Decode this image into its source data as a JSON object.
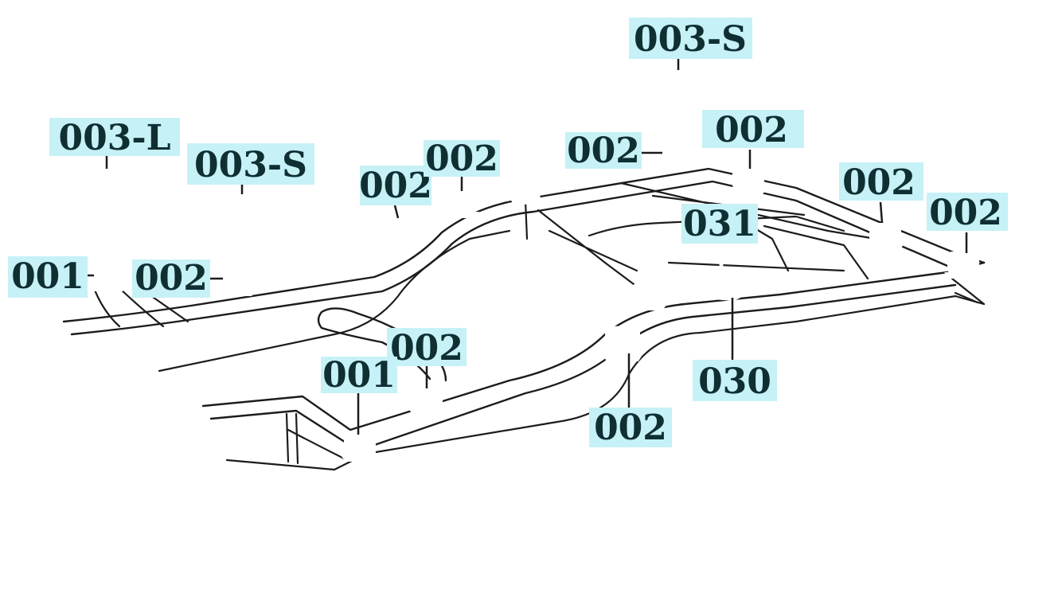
{
  "labels": {
    "l1": "003-S",
    "l2": "003-L",
    "l3": "003-S",
    "l4": "002",
    "l5": "002",
    "l6": "002",
    "l7": "002",
    "l8": "031",
    "l9": "002",
    "l10": "002",
    "l11": "001",
    "l12": "002",
    "l13": "002",
    "l14": "001",
    "l15": "002",
    "l16": "030"
  },
  "colors": {
    "label_background": "#c6f1f6",
    "label_text": "#0f2f33",
    "line": "#1c1c1c"
  },
  "parts": {
    "cushion": "body-mount-cushion",
    "bolt": "mount-bolt",
    "retainer": "cushion-retainer"
  }
}
